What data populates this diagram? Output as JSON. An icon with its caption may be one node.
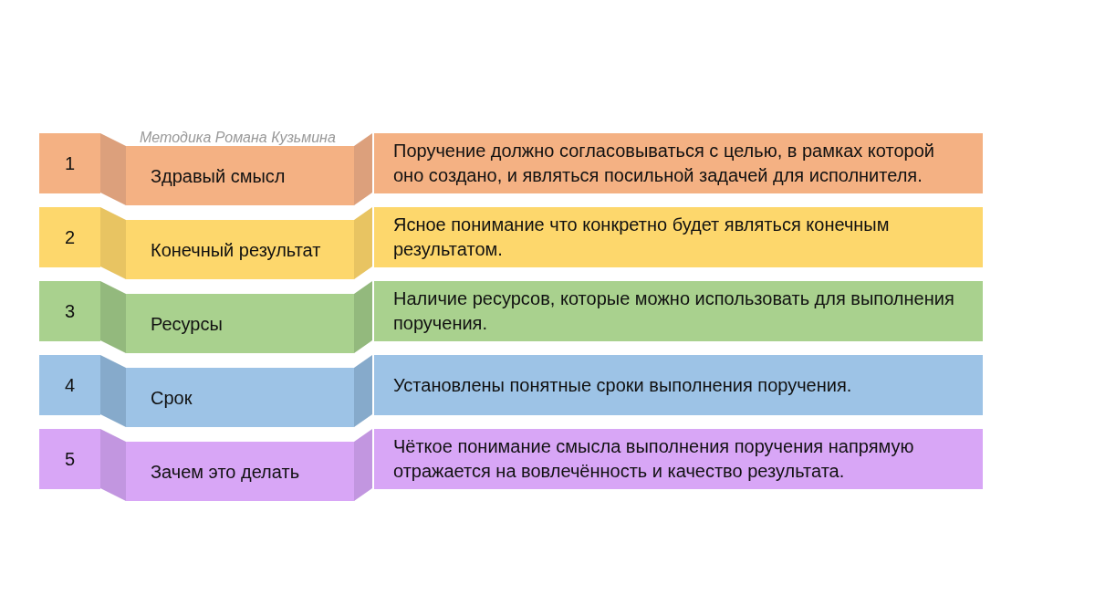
{
  "diagram": {
    "nodes": [
      {
        "text": [
          "1"
        ]
      },
      {
        "text": [
          "Здравый смысл"
        ]
      },
      {
        "text": [
          "Поручение должно согласовываться с целью, в рамках которой оно создано, и являться посильной задачей для исполнителя."
        ]
      },
      {
        "text": [
          "2"
        ]
      },
      {
        "text": [
          "Конечный результат"
        ]
      },
      {
        "text": [
          "Ясное понимание что конкретно будет являться конечным результатом."
        ]
      },
      {
        "text": [
          "3"
        ]
      },
      {
        "text": [
          "Ресурсы"
        ]
      },
      {
        "text": [
          "Наличие ресурсов, которые можно использовать для выполнения поручения."
        ]
      },
      {
        "text": [
          "4"
        ]
      },
      {
        "text": [
          "Срок"
        ]
      },
      {
        "text": [
          "Установлены понятные сроки выполнения поручения."
        ]
      },
      {
        "text": [
          "5"
        ]
      },
      {
        "text": [
          "Зачем это делать"
        ]
      },
      {
        "text": [
          "Чёткое понимание смысла выполнения поручения напрямую отражается на вовлечённость и качество результата."
        ]
      }
    ],
    "labels": [
      "Методика Романа Кузьмина"
    ]
  }
}
